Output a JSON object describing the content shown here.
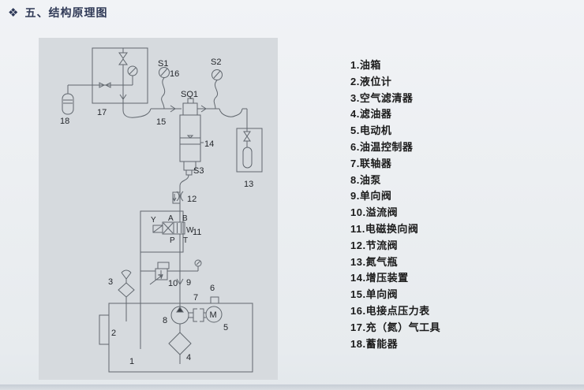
{
  "header": {
    "icon": "❖",
    "title": "五、结构原理图"
  },
  "legend": {
    "items": [
      "1.油箱",
      "2.液位计",
      "3.空气滤清器",
      "4.滤油器",
      "5.电动机",
      "6.油温控制器",
      "7.联轴器",
      "8.油泵",
      "9.单向阀",
      "10.溢流阀",
      "11.电磁换向阀",
      "12.节流阀",
      "13.氮气瓶",
      "14.增压装置",
      "15.单向阀",
      "16.电接点压力表",
      "17.充（氮）气工具",
      "18.蓄能器"
    ]
  },
  "diagram": {
    "labels": {
      "s1": "S1",
      "s2": "S2",
      "sq1": "SQ1",
      "s3": "S3",
      "motor": "M",
      "n1": "1",
      "n2": "2",
      "n3": "3",
      "n4": "4",
      "n5": "5",
      "n6": "6",
      "n7": "7",
      "n8": "8",
      "n9": "9",
      "n10": "10",
      "n11": "11",
      "n12": "12",
      "n13": "13",
      "n14": "14",
      "n15": "15",
      "n16": "16",
      "n17": "17",
      "n18": "18",
      "ports": {
        "a": "A",
        "b": "B",
        "y": "Y",
        "w": "W",
        "p": "P",
        "t": "T"
      }
    },
    "colors": {
      "line": "#61676e",
      "label": "#24272c",
      "panel": "#d6dade",
      "title": "#303a57"
    }
  }
}
